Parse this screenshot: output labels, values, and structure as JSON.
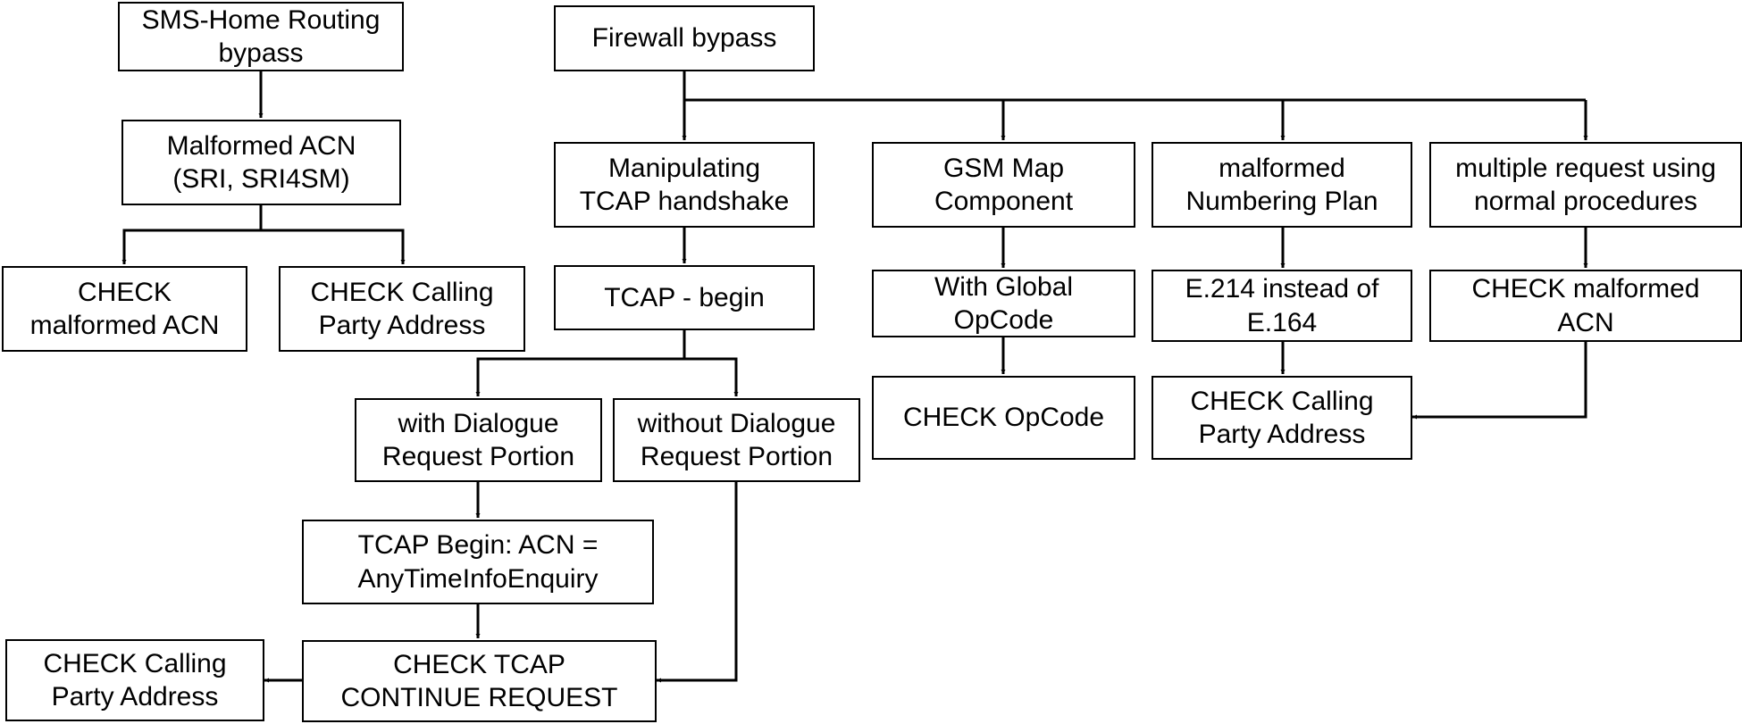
{
  "diagram": {
    "nodes": [
      {
        "id": "sms_bypass",
        "lines": [
          "SMS-Home Routing",
          "bypass"
        ]
      },
      {
        "id": "malformed_acn",
        "lines": [
          "Malformed ACN",
          "(SRI, SRI4SM)"
        ]
      },
      {
        "id": "check_malformed_acn_left",
        "lines": [
          "CHECK",
          "malformed ACN"
        ]
      },
      {
        "id": "check_cpa_left",
        "lines": [
          "CHECK Calling",
          "Party Address"
        ]
      },
      {
        "id": "firewall_bypass",
        "lines": [
          "Firewall bypass"
        ]
      },
      {
        "id": "manipulating_tcap",
        "lines": [
          "Manipulating",
          "TCAP handshake"
        ]
      },
      {
        "id": "tcap_begin",
        "lines": [
          "TCAP - begin"
        ]
      },
      {
        "id": "with_dialogue",
        "lines": [
          "with Dialogue",
          "Request Portion"
        ]
      },
      {
        "id": "without_dialogue",
        "lines": [
          "without Dialogue",
          "Request Portion"
        ]
      },
      {
        "id": "tcap_begin_acn",
        "lines": [
          "TCAP Begin: ACN =",
          "AnyTimeInfoEnquiry"
        ]
      },
      {
        "id": "check_tcap_continue",
        "lines": [
          "CHECK TCAP",
          "CONTINUE REQUEST"
        ]
      },
      {
        "id": "check_cpa_bottom",
        "lines": [
          "CHECK Calling",
          "Party Address"
        ]
      },
      {
        "id": "gsm_map",
        "lines": [
          "GSM Map",
          "Component"
        ]
      },
      {
        "id": "global_opcode",
        "lines": [
          "With Global",
          "OpCode"
        ]
      },
      {
        "id": "check_opcode",
        "lines": [
          "CHECK OpCode"
        ]
      },
      {
        "id": "malformed_np",
        "lines": [
          "malformed",
          "Numbering Plan"
        ]
      },
      {
        "id": "e214",
        "lines": [
          "E.214 instead of",
          "E.164"
        ]
      },
      {
        "id": "check_cpa_right",
        "lines": [
          "CHECK Calling",
          "Party Address"
        ]
      },
      {
        "id": "multiple_request",
        "lines": [
          "multiple request using",
          "normal procedures"
        ]
      },
      {
        "id": "check_malformed_acn_right",
        "lines": [
          "CHECK malformed",
          "ACN"
        ]
      }
    ],
    "edges": [
      {
        "from": "sms_bypass",
        "to": "malformed_acn"
      },
      {
        "from": "malformed_acn",
        "to": "check_malformed_acn_left"
      },
      {
        "from": "malformed_acn",
        "to": "check_cpa_left"
      },
      {
        "from": "firewall_bypass",
        "to": "manipulating_tcap"
      },
      {
        "from": "firewall_bypass",
        "to": "gsm_map"
      },
      {
        "from": "firewall_bypass",
        "to": "malformed_np"
      },
      {
        "from": "firewall_bypass",
        "to": "multiple_request"
      },
      {
        "from": "manipulating_tcap",
        "to": "tcap_begin"
      },
      {
        "from": "tcap_begin",
        "to": "with_dialogue"
      },
      {
        "from": "tcap_begin",
        "to": "without_dialogue"
      },
      {
        "from": "with_dialogue",
        "to": "tcap_begin_acn"
      },
      {
        "from": "tcap_begin_acn",
        "to": "check_tcap_continue"
      },
      {
        "from": "without_dialogue",
        "to": "check_tcap_continue"
      },
      {
        "from": "check_tcap_continue",
        "to": "check_cpa_bottom"
      },
      {
        "from": "gsm_map",
        "to": "global_opcode"
      },
      {
        "from": "global_opcode",
        "to": "check_opcode"
      },
      {
        "from": "malformed_np",
        "to": "e214"
      },
      {
        "from": "e214",
        "to": "check_cpa_right"
      },
      {
        "from": "multiple_request",
        "to": "check_malformed_acn_right"
      },
      {
        "from": "check_malformed_acn_right",
        "to": "check_cpa_right"
      }
    ]
  }
}
